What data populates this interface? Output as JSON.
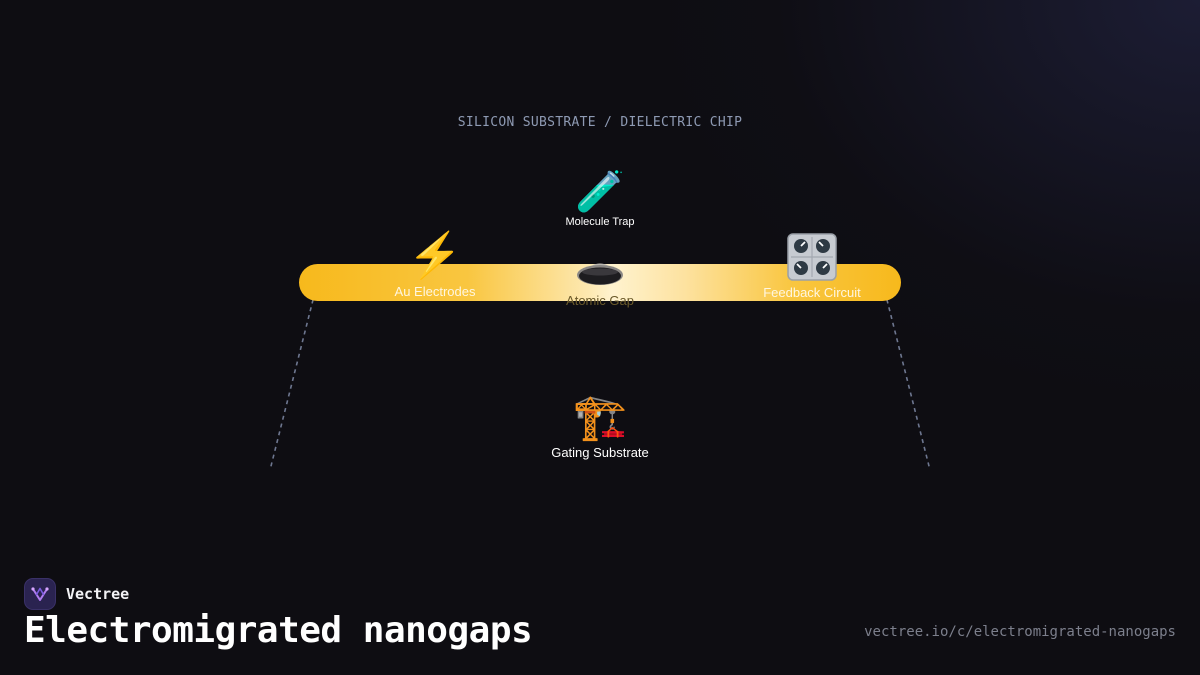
{
  "diagram": {
    "substrate_label": "SILICON SUBSTRATE / DIELECTRIC CHIP",
    "nodes": {
      "molecule_trap": {
        "label": "Molecule Trap",
        "icon": "test-tube-icon"
      },
      "au_electrodes": {
        "label": "Au Electrodes",
        "icon": "lightning-icon"
      },
      "atomic_gap": {
        "label": "Atomic Gap",
        "icon": "gap-disc-icon"
      },
      "feedback_circuit": {
        "label": "Feedback Circuit",
        "icon": "control-knobs-icon"
      },
      "gating_substrate": {
        "label": "Gating Substrate",
        "icon": "construction-crane-icon"
      }
    },
    "colors": {
      "wire_gold": "#f7b91c",
      "wire_center": "#fff3cf",
      "guide_line": "#6e7790",
      "background": "#0e0d12"
    }
  },
  "footer": {
    "brand_name": "Vectree",
    "brand_icon": "vectree-logo-icon",
    "title": "Electromigrated nanogaps",
    "url": "vectree.io/c/electromigrated-nanogaps"
  }
}
